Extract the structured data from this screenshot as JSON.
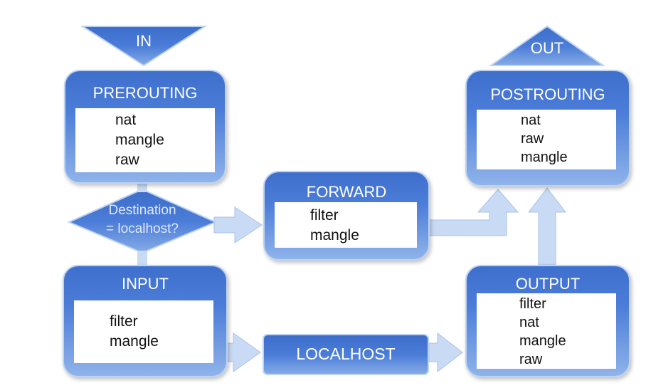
{
  "in_label": "IN",
  "out_label": "OUT",
  "decision": {
    "line1": "Destination",
    "line2": "= localhost?"
  },
  "localhost_label": "LOCALHOST",
  "chains": {
    "prerouting": {
      "title": "PREROUTING",
      "tables": [
        "nat",
        "mangle",
        "raw"
      ]
    },
    "forward": {
      "title": "FORWARD",
      "tables": [
        "filter",
        "mangle"
      ]
    },
    "postrouting": {
      "title": "POSTROUTING",
      "tables": [
        "nat",
        "raw",
        "mangle"
      ]
    },
    "input": {
      "title": "INPUT",
      "tables": [
        "filter",
        "mangle"
      ]
    },
    "output": {
      "title": "OUTPUT",
      "tables": [
        "filter",
        "nat",
        "mangle",
        "raw"
      ]
    }
  }
}
